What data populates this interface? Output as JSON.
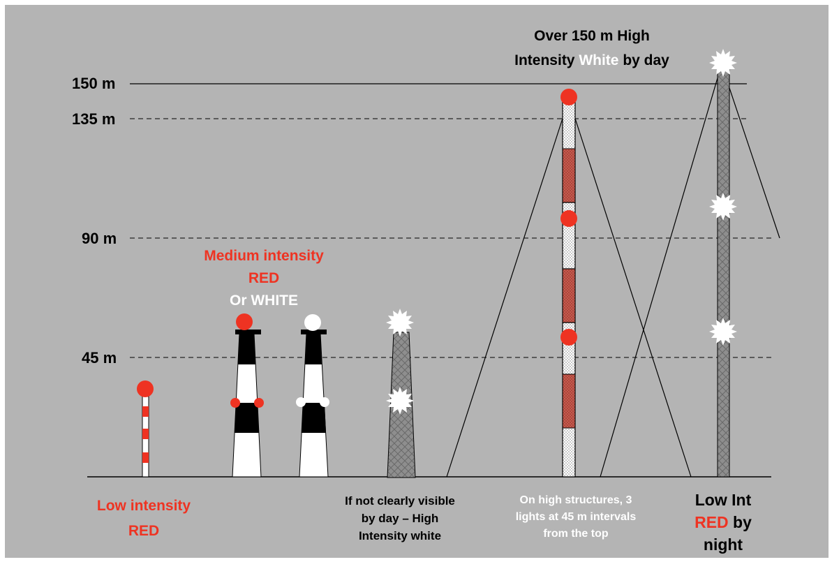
{
  "heights": {
    "h150": "150 m",
    "h135": "135 m",
    "h90": "90 m",
    "h45": "45 m"
  },
  "labels": {
    "low_intensity_line1": "Low intensity",
    "low_intensity_line2": "RED",
    "medium_line1": "Medium intensity",
    "medium_line2": "RED",
    "medium_line3": "Or  WHITE",
    "not_visible_line1": "If not clearly visible",
    "not_visible_line2": "by day – High",
    "not_visible_line3": "Intensity white",
    "high_structures_line1": "On high structures, 3",
    "high_structures_line2": "lights at 45 m intervals",
    "high_structures_line3": "from the top",
    "over150_line1": "Over 150 m High",
    "over150_line2_part1": "Intensity ",
    "over150_line2_white": "White",
    "over150_line2_part3": " by day",
    "lowint_line1": "Low Int",
    "lowint_line2_red": "RED",
    "lowint_line2_rest": " by",
    "lowint_line3": "night"
  },
  "colors": {
    "background": "#b4b4b4",
    "frame": "#ffffff",
    "red": "#ee3322",
    "white": "#ffffff",
    "black": "#000000",
    "lattice": "#8c8c8c"
  }
}
